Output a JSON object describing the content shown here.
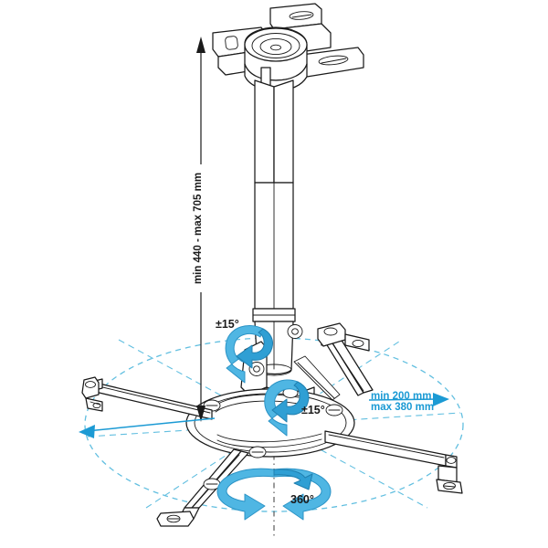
{
  "document": {
    "title": "Projector Ceiling Mount Technical Drawing",
    "background_color": "#ffffff",
    "line_color": "#1a1a1a",
    "accent_blue": "#4fb6e3",
    "accent_blue_dark": "#1b9ad4",
    "dashed_ellipse_color": "#62bfe0"
  },
  "dimensions": {
    "height_label": "min 440 - max 705 mm",
    "span_label_line1": "min 200 mm",
    "span_label_line2": "max 380 mm"
  },
  "angles": {
    "tilt_label": "±15°",
    "roll_label": "±15°",
    "rotation_label": "360°"
  },
  "parts": {
    "ceiling_plate": "ceiling-mounting-plate",
    "column": "telescoping-column",
    "joint": "universal-tilt-joint",
    "base_plate": "round-base-plate",
    "arms": [
      "extension-arm-left",
      "extension-arm-right",
      "extension-arm-front",
      "extension-arm-back"
    ]
  }
}
